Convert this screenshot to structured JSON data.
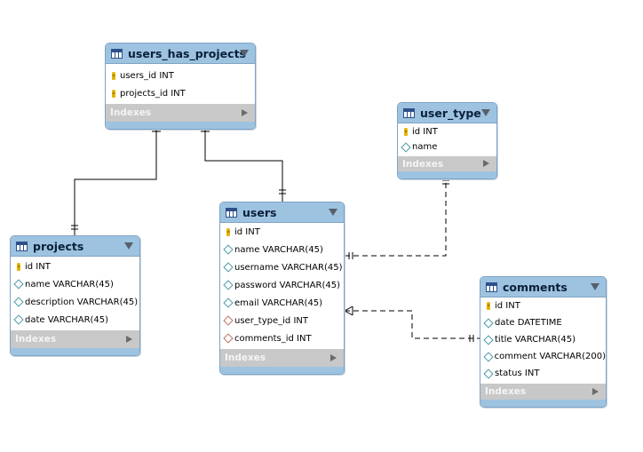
{
  "tables": {
    "users_has_projects": {
      "name": "users_has_projects",
      "columns": [
        {
          "label": "users_id INT",
          "icon": "key-icon"
        },
        {
          "label": "projects_id INT",
          "icon": "key-icon"
        }
      ],
      "indexes_label": "Indexes"
    },
    "user_type": {
      "name": "user_type",
      "columns": [
        {
          "label": "id INT",
          "icon": "key-icon"
        },
        {
          "label": "name",
          "icon": "diamond-icon"
        }
      ],
      "indexes_label": "Indexes"
    },
    "projects": {
      "name": "projects",
      "columns": [
        {
          "label": "id INT",
          "icon": "key-icon"
        },
        {
          "label": "name VARCHAR(45)",
          "icon": "diamond-icon"
        },
        {
          "label": "description VARCHAR(45)",
          "icon": "diamond-icon"
        },
        {
          "label": "date VARCHAR(45)",
          "icon": "diamond-icon"
        }
      ],
      "indexes_label": "Indexes"
    },
    "users": {
      "name": "users",
      "columns": [
        {
          "label": "id INT",
          "icon": "key-icon"
        },
        {
          "label": "name VARCHAR(45)",
          "icon": "diamond-icon"
        },
        {
          "label": "username VARCHAR(45)",
          "icon": "diamond-icon"
        },
        {
          "label": "password VARCHAR(45)",
          "icon": "diamond-icon"
        },
        {
          "label": "email VARCHAR(45)",
          "icon": "diamond-icon"
        },
        {
          "label": "user_type_id INT",
          "icon": "fk-diamond-icon"
        },
        {
          "label": "comments_id INT",
          "icon": "fk-diamond-icon"
        }
      ],
      "indexes_label": "Indexes"
    },
    "comments": {
      "name": "comments",
      "columns": [
        {
          "label": "id INT",
          "icon": "key-icon"
        },
        {
          "label": "date DATETIME",
          "icon": "diamond-icon"
        },
        {
          "label": "title VARCHAR(45)",
          "icon": "diamond-icon"
        },
        {
          "label": "comment VARCHAR(200)",
          "icon": "diamond-icon"
        },
        {
          "label": "status INT",
          "icon": "diamond-icon"
        }
      ],
      "indexes_label": "Indexes"
    }
  },
  "relationships": [
    {
      "from": "users_has_projects",
      "to": "projects",
      "style": "solid",
      "cardinality": "many-to-one"
    },
    {
      "from": "users_has_projects",
      "to": "users",
      "style": "solid",
      "cardinality": "many-to-one"
    },
    {
      "from": "users",
      "to": "user_type",
      "style": "dashed",
      "cardinality": "one-to-one"
    },
    {
      "from": "users",
      "to": "comments",
      "style": "dashed",
      "cardinality": "many-to-one"
    }
  ],
  "colors": {
    "header": "#9dc3e0",
    "border": "#7fa3c4",
    "indexes_bar": "#c8c8c8",
    "key": "#e4b300",
    "line": "#000000"
  }
}
